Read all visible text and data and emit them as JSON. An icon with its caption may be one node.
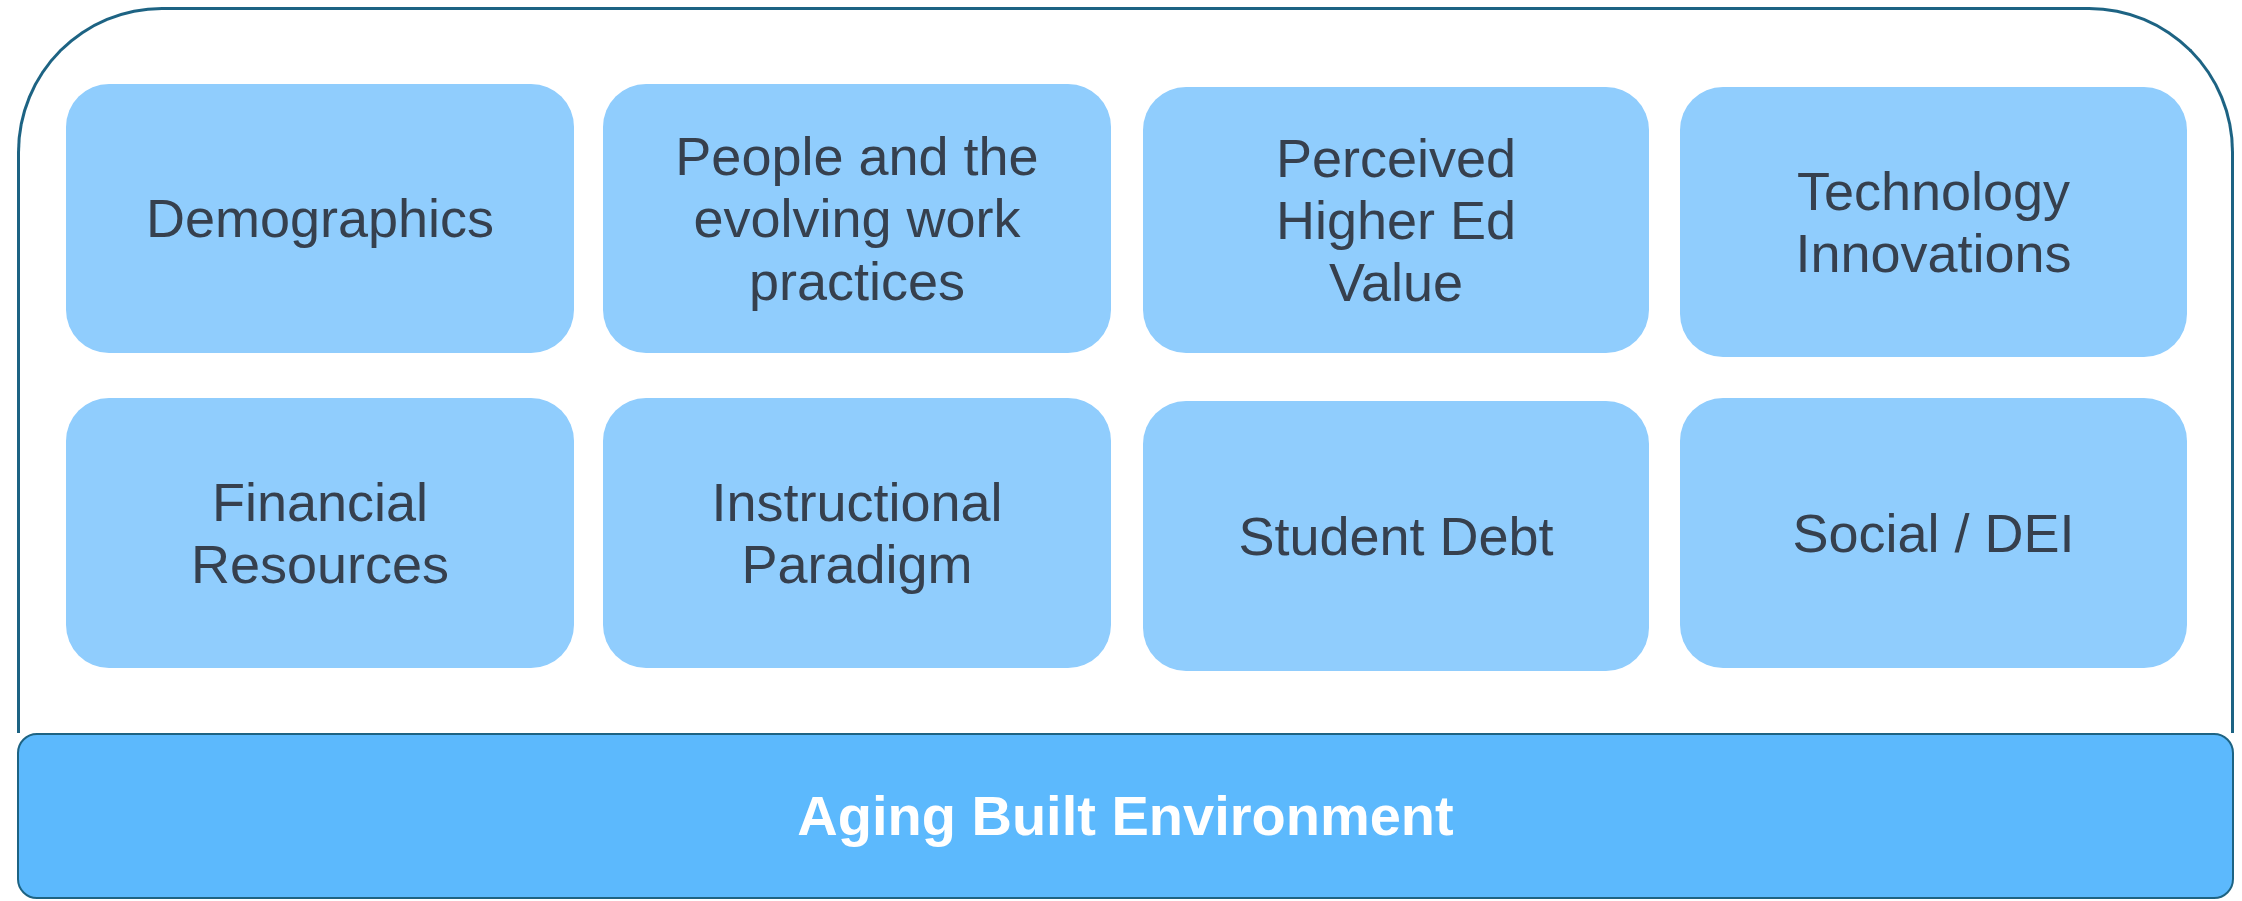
{
  "diagram": {
    "nodes": [
      {
        "text": [],
        "shape": "box"
      },
      {
        "text": [
          "Demographics"
        ],
        "in": 0
      },
      {
        "text": [
          "People and the evolving work practices"
        ],
        "in": 0
      },
      {
        "text": [
          "Perceived Higher Ed Value"
        ],
        "in": 0
      },
      {
        "text": [
          "Technology Innovations"
        ],
        "in": 0
      },
      {
        "text": [
          "Financial Resources"
        ],
        "in": 0
      },
      {
        "text": [
          "Instructional Paradigm"
        ],
        "in": 0
      },
      {
        "text": [
          "Student Debt"
        ],
        "in": 0
      },
      {
        "text": [
          "Social / DEI"
        ],
        "in": 0
      },
      {
        "text": [
          "Aging Built Environment"
        ]
      }
    ]
  }
}
